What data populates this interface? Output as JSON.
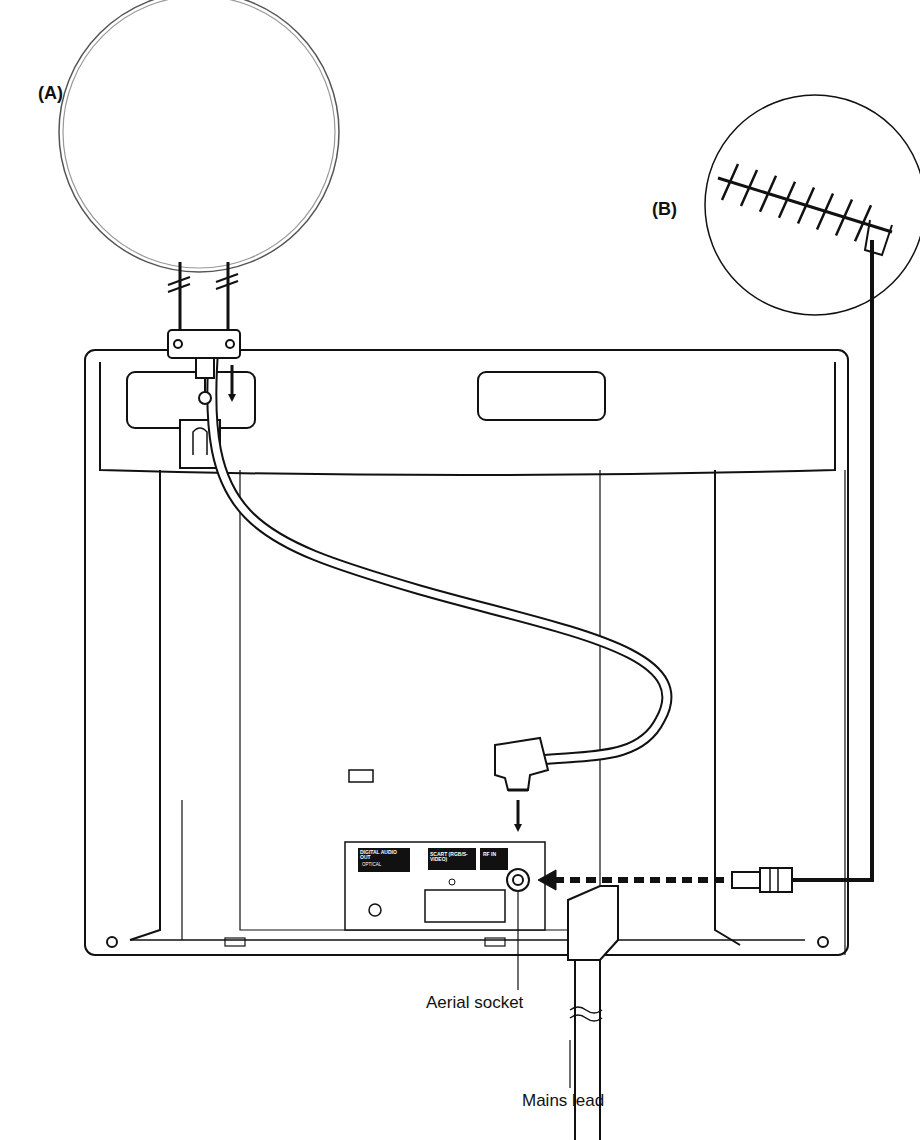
{
  "diagram": {
    "labels": [
      "(A)",
      "(B)",
      "Aerial socket",
      "Mains lead",
      "DIGITAL AUDIO OUT",
      "OPTICAL",
      "SCART (RGB/S-VIDEO)",
      "RF IN"
    ]
  }
}
